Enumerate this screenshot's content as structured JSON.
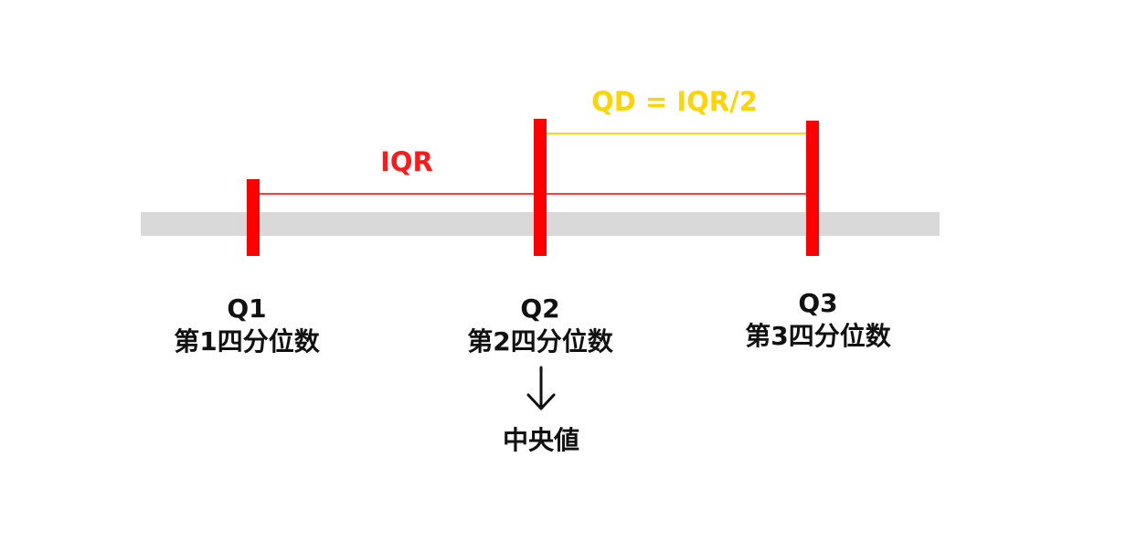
{
  "diagram": {
    "iqr_label": "IQR",
    "qd_label": "QD = IQR/2",
    "quartiles": [
      {
        "name": "Q1",
        "desc": "第1四分位数"
      },
      {
        "name": "Q2",
        "desc": "第2四分位数"
      },
      {
        "name": "Q3",
        "desc": "第3四分位数"
      }
    ],
    "median_label": "中央値",
    "colors": {
      "marker": "#ff0000",
      "iqr": "#ff1a1a",
      "qd": "#ffd400",
      "axis": "#d9d9d9",
      "text": "#111111"
    },
    "arrow_icon": "down-arrow-icon"
  }
}
